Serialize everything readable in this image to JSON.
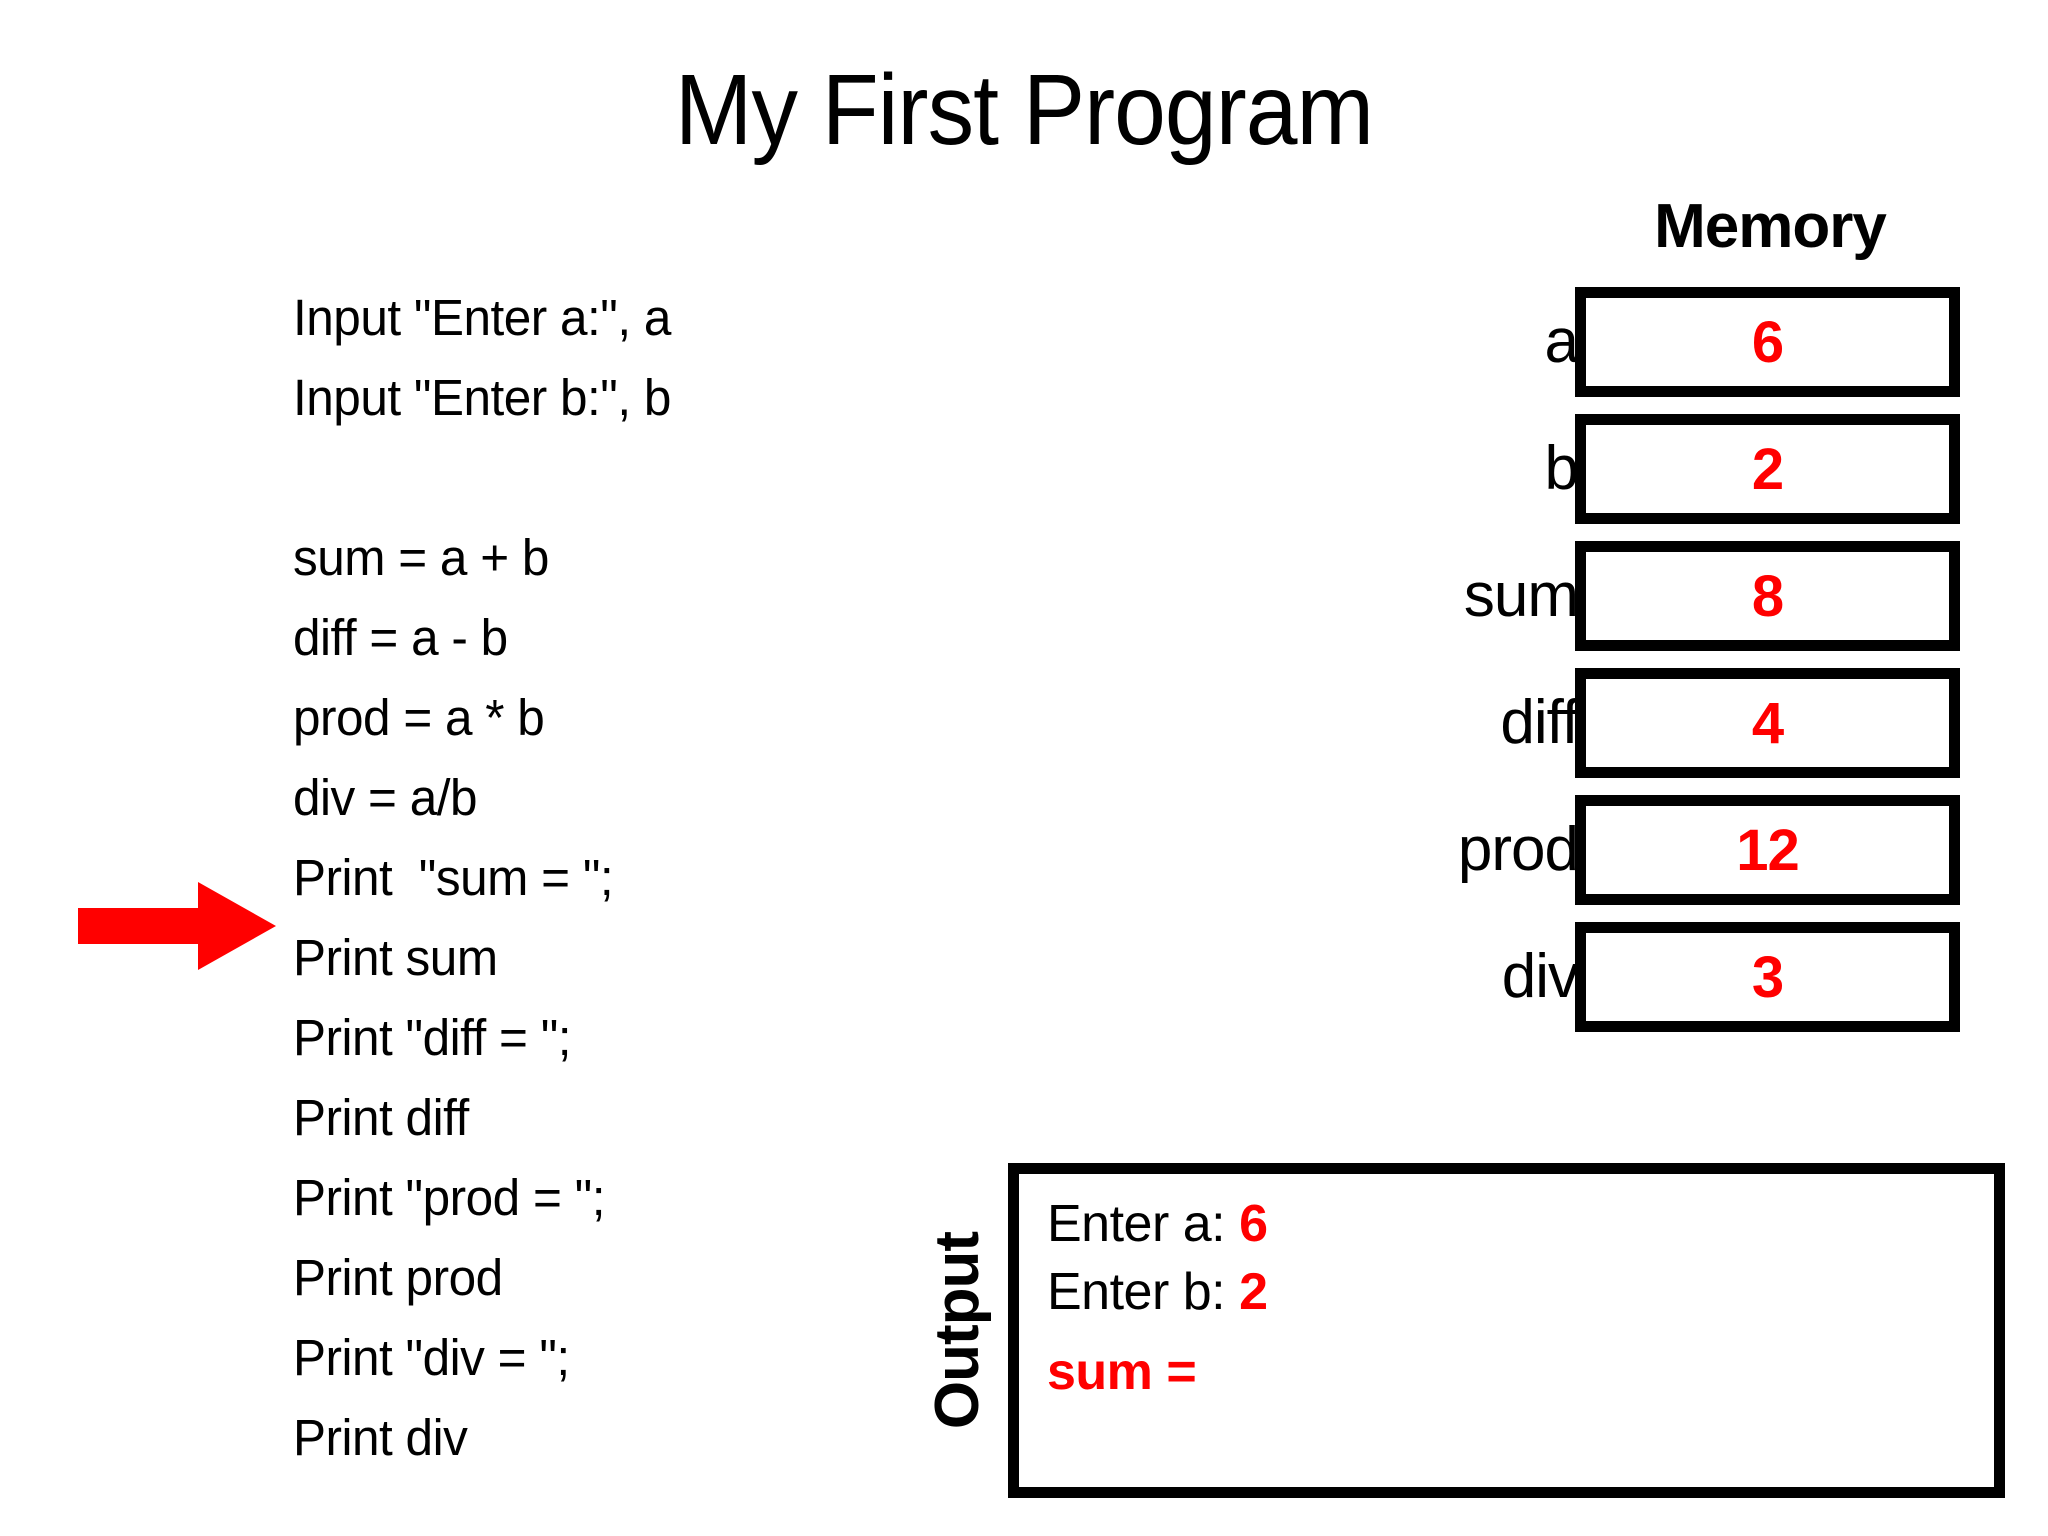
{
  "title": "My First Program",
  "code": {
    "lines": [
      "Input \"Enter a:\", a",
      "Input \"Enter b:\", b",
      "",
      "sum = a + b",
      "diff = a - b",
      "prod = a * b",
      "div = a/b",
      "Print  \"sum = \";",
      "Print sum",
      "Print \"diff = \";",
      "Print diff",
      "Print \"prod = \";",
      "Print prod",
      "Print \"div = \";",
      "Print div"
    ],
    "current_line_index": 8,
    "current_line_text": "Print sum"
  },
  "arrow": {
    "name": "execution-pointer",
    "color": "#ff0000",
    "points_to": "Print sum"
  },
  "memory": {
    "title": "Memory",
    "value_color": "#ff0000",
    "variables": [
      {
        "name": "a",
        "value": "6"
      },
      {
        "name": "b",
        "value": "2"
      },
      {
        "name": "sum",
        "value": "8"
      },
      {
        "name": "diff",
        "value": "4"
      },
      {
        "name": "prod",
        "value": "12"
      },
      {
        "name": "div",
        "value": "3"
      }
    ]
  },
  "output": {
    "label": "Output",
    "lines": [
      {
        "text": "Enter a: ",
        "value": "6",
        "pending": false
      },
      {
        "text": "Enter b: ",
        "value": "2",
        "pending": false
      },
      {
        "text": "sum = ",
        "value": "",
        "pending": true
      }
    ]
  },
  "colors": {
    "accent_red": "#ff0000",
    "ink": "#000000",
    "background": "#ffffff"
  }
}
